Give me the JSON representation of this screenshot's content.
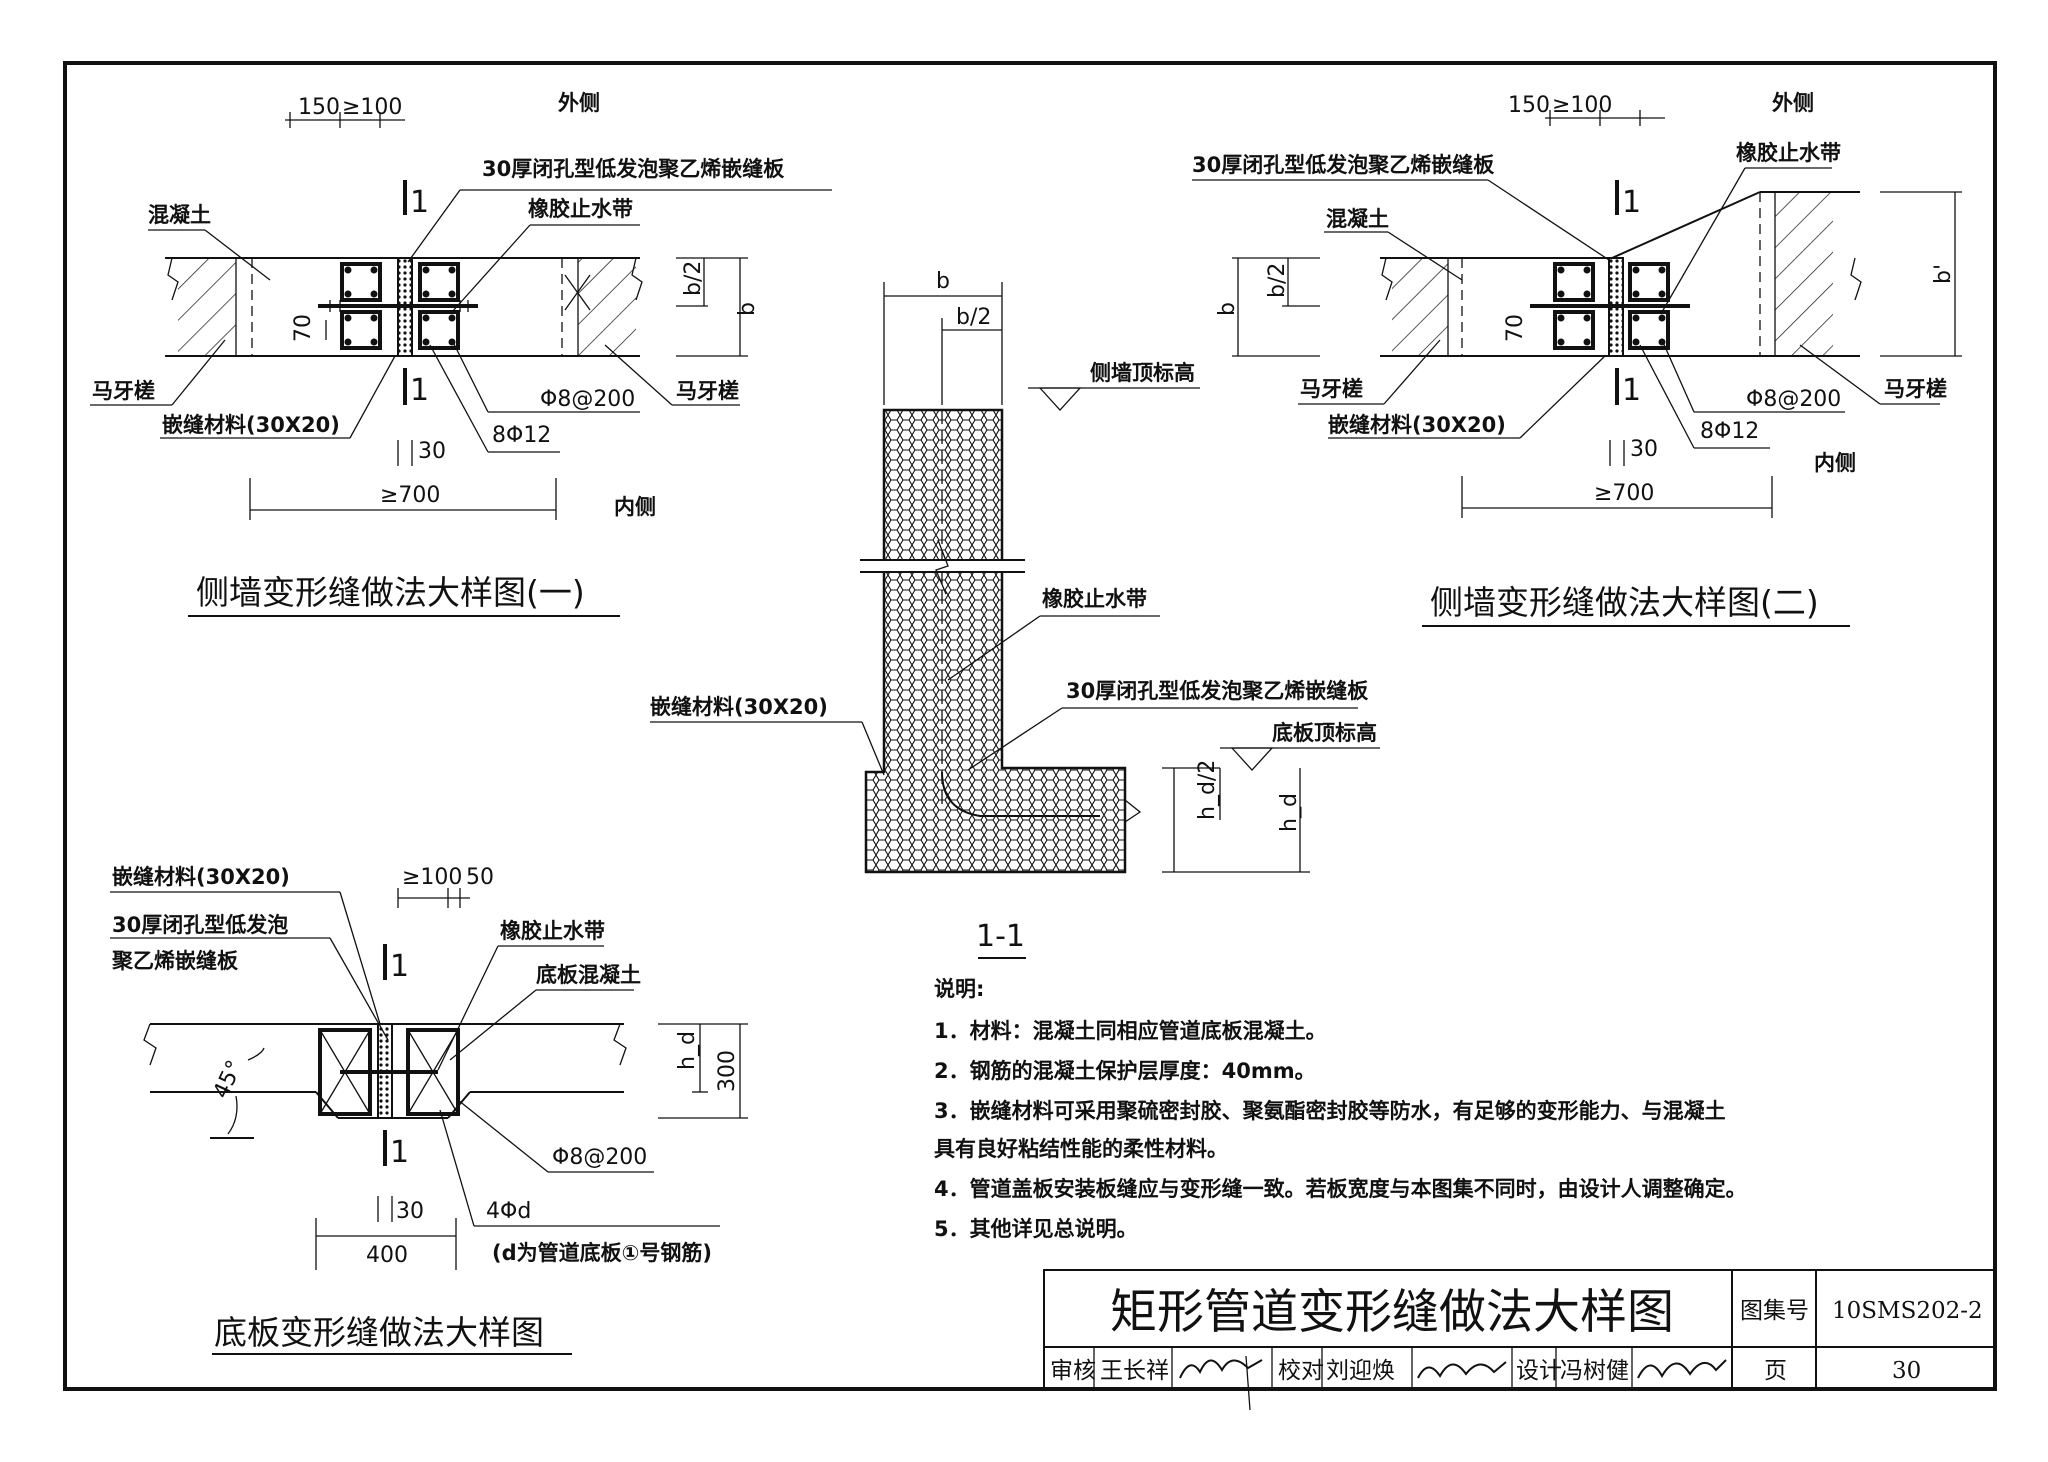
{
  "detail1": {
    "title": "侧墙变形缝做法大样图(一)",
    "dim_150": "150",
    "dim_100": "≥100",
    "outside": "外侧",
    "inside": "内侧",
    "sec_top": "1",
    "sec_bot": "1",
    "board": "30厚闭孔型低发泡聚乙烯嵌缝板",
    "waterstop": "橡胶止水带",
    "concrete": "混凝土",
    "matooth_left": "马牙槎",
    "matooth_right": "马牙槎",
    "joint": "嵌缝材料(30X20)",
    "dim_70": "70",
    "dim_b2": "b/2",
    "dim_b": "b",
    "stirrup": "Φ8@200",
    "bars": "8Φ12",
    "dim_30": "30",
    "dim_700": "≥700"
  },
  "detail2": {
    "title": "侧墙变形缝做法大样图(二)",
    "dim_150": "150",
    "dim_100": "≥100",
    "outside": "外侧",
    "inside": "内侧",
    "sec_top": "1",
    "sec_bot": "1",
    "board": "30厚闭孔型低发泡聚乙烯嵌缝板",
    "waterstop": "橡胶止水带",
    "concrete": "混凝土",
    "matooth_left": "马牙槎",
    "matooth_right": "马牙槎",
    "joint": "嵌缝材料(30X20)",
    "dim_70": "70",
    "dim_b2": "b/2",
    "dim_b": "b",
    "dim_bp": "b'",
    "stirrup": "Φ8@200",
    "bars": "8Φ12",
    "dim_30": "30",
    "dim_700": "≥700"
  },
  "section": {
    "title": "1-1",
    "dim_b": "b",
    "dim_b2": "b/2",
    "wall_top": "侧墙顶标高",
    "waterstop": "橡胶止水带",
    "board": "30厚闭孔型低发泡聚乙烯嵌缝板",
    "slab_top": "底板顶标高",
    "joint": "嵌缝材料(30X20)",
    "dim_hd2": "h_d/2",
    "dim_hd": "h_d"
  },
  "detail3": {
    "title": "底板变形缝做法大样图",
    "joint": "嵌缝材料(30X20)",
    "board_line1": "30厚闭孔型低发泡",
    "board_line2": "聚乙烯嵌缝板",
    "dim_100": "≥100",
    "dim_50": "50",
    "sec_top": "1",
    "sec_bot": "1",
    "waterstop": "橡胶止水带",
    "slab_concrete": "底板混凝土",
    "angle": "45°",
    "dim_hd": "h_d",
    "dim_300": "300",
    "stirrup": "Φ8@200",
    "bars": "4Φd",
    "bars_note": "(d为管道底板①号钢筋)",
    "dim_30": "30",
    "dim_400": "400"
  },
  "notes": {
    "heading": "说明:",
    "items": [
      "1．材料：混凝土同相应管道底板混凝土。",
      "2．钢筋的混凝土保护层厚度：40mm。",
      "3．嵌缝材料可采用聚硫密封胶、聚氨酯密封胶等防水，有足够的变形能力、与混凝土",
      "   具有良好粘结性能的柔性材料。",
      "4．管道盖板安装板缝应与变形缝一致。若板宽度与本图集不同时，由设计人调整确定。",
      "5．其他详见总说明。"
    ]
  },
  "title_block": {
    "drawing_title": "矩形管道变形缝做法大样图",
    "atlas_label": "图集号",
    "atlas_no": "10SMS202-2",
    "review_label": "审核",
    "reviewer": "王长祥",
    "reviewer_sig": "王长祥",
    "check_label": "校对",
    "checker": "刘迎焕",
    "checker_sig": "刘迎焕",
    "design_label": "设计",
    "designer": "冯树健",
    "designer_sig": "冯树健",
    "page_label": "页",
    "page_no": "30"
  }
}
